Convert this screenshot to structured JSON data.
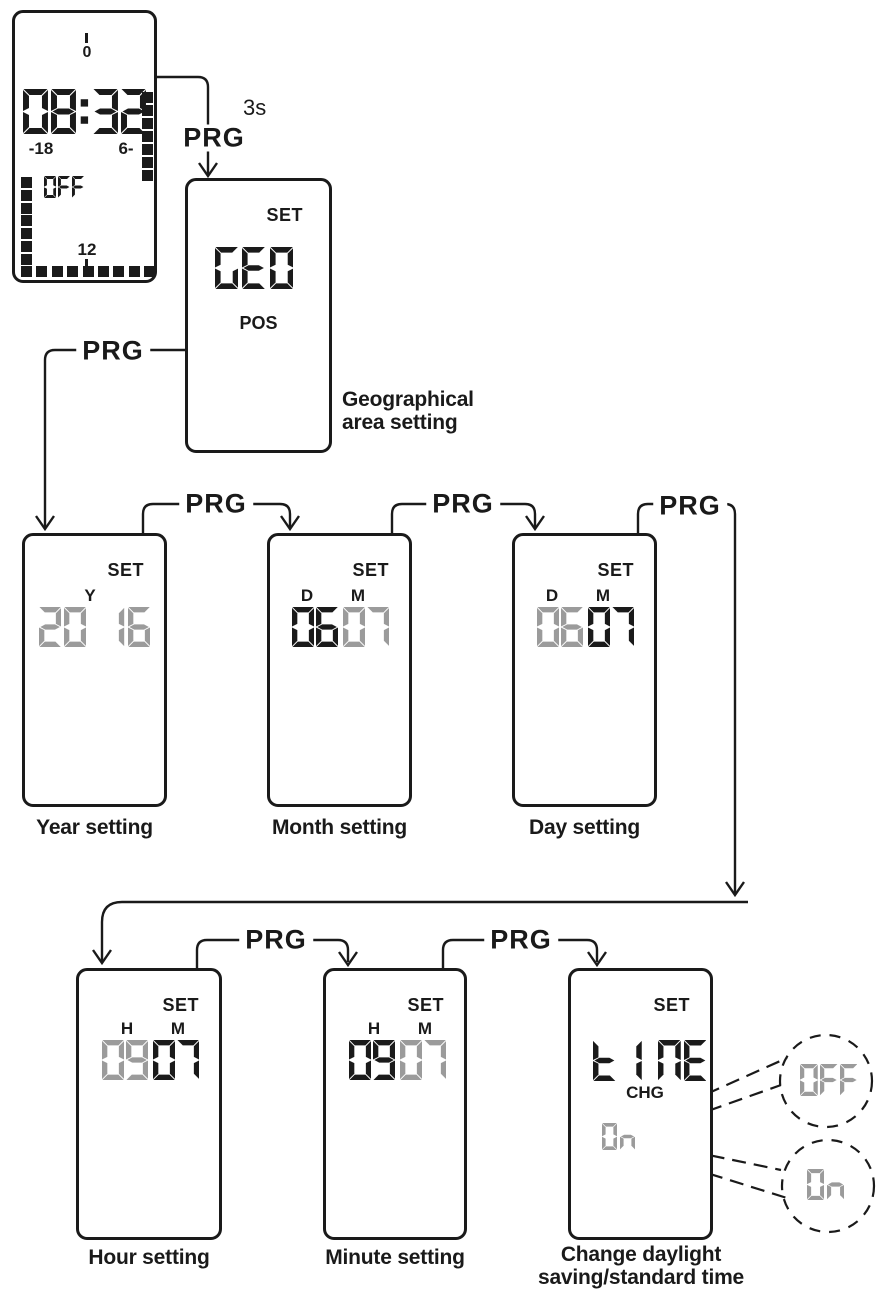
{
  "colors": {
    "ink": "#1a1a1a",
    "lcd_gray": "#9b9b9b"
  },
  "flow": {
    "prg_button": "PRG",
    "hold_duration": "3s"
  },
  "status_screen": {
    "time": "08:32",
    "scale_top": "0",
    "scale_left": "-18",
    "scale_right": "6-",
    "output_state": "OFF",
    "scale_bottom": "12",
    "right_bar_segments": 7,
    "left_bar_segments": 7,
    "bottom_bar_segments": 9
  },
  "screens": {
    "geo": {
      "mode_label": "SET",
      "value": "GEO",
      "sub_label": "POS",
      "caption": "Geographical area setting"
    },
    "year": {
      "mode_label": "SET",
      "field_label": "Y",
      "value": "20 16",
      "caption": "Year setting"
    },
    "month": {
      "mode_label": "SET",
      "day_label": "D",
      "month_label": "M",
      "day_value": "06",
      "month_value": "07",
      "blinking": "month",
      "caption": "Month setting"
    },
    "day": {
      "mode_label": "SET",
      "day_label": "D",
      "month_label": "M",
      "day_value": "06",
      "month_value": "07",
      "blinking": "day",
      "caption": "Day setting"
    },
    "hour": {
      "mode_label": "SET",
      "hour_label": "H",
      "minute_label": "M",
      "hour_value": "09",
      "minute_value": "07",
      "blinking": "hour",
      "caption": "Hour setting"
    },
    "minute": {
      "mode_label": "SET",
      "hour_label": "H",
      "minute_label": "M",
      "hour_value": "09",
      "minute_value": "07",
      "blinking": "minute",
      "caption": "Minute setting"
    },
    "dst": {
      "mode_label": "SET",
      "value": "tI ME",
      "sub_label": "CHG",
      "state_value": "On",
      "caption": "Change daylight saving/standard time",
      "options": [
        {
          "label": "OFF"
        },
        {
          "label": "On"
        }
      ]
    }
  }
}
